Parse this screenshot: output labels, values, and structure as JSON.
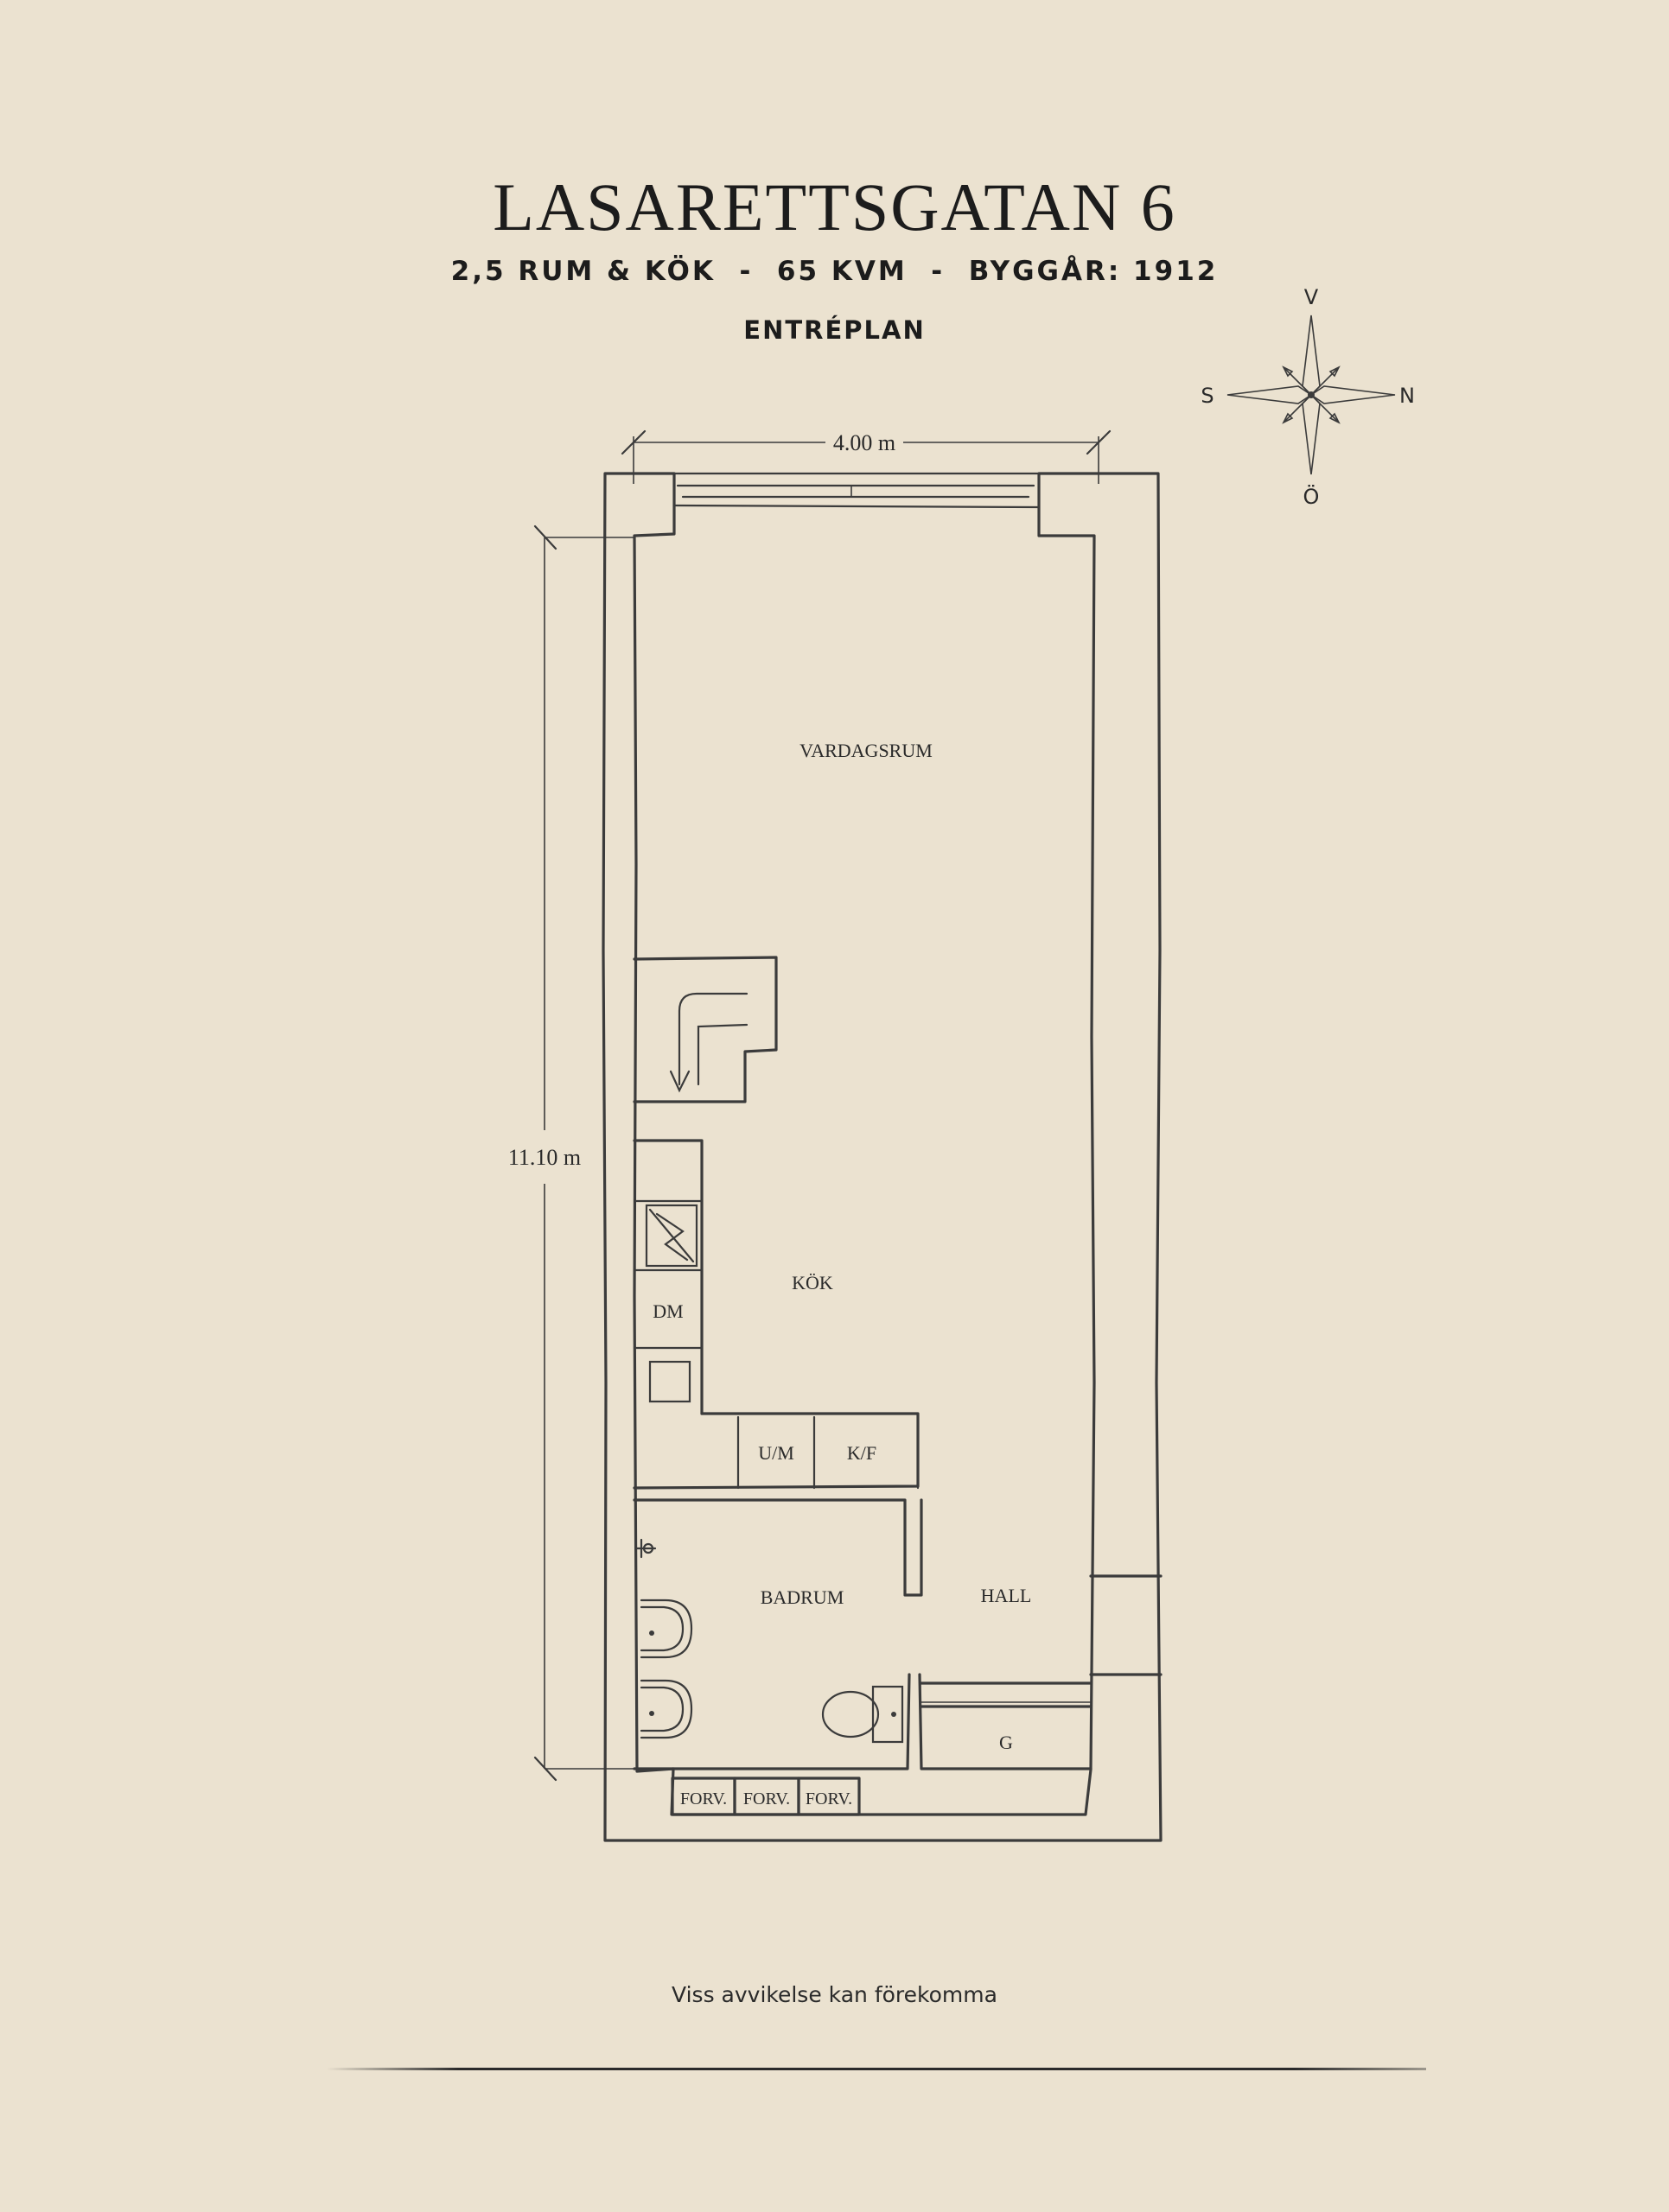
{
  "header": {
    "title": "LASARETTSGATAN 6",
    "subtitle": "2,5 RUM & KÖK  -  65 KVM  -  BYGGÅR: 1912",
    "level": "ENTRÉPLAN"
  },
  "compass": {
    "north": "N",
    "south": "S",
    "west": "V",
    "east": "Ö"
  },
  "dimensions": {
    "width": "4.00 m",
    "length": "11.10 m"
  },
  "rooms": {
    "living": "VARDAGSRUM",
    "kitchen": "KÖK",
    "dishwasher": "DM",
    "oven": "U/M",
    "fridge": "K/F",
    "bathroom": "BADRUM",
    "hall": "HALL",
    "wardrobe": "G",
    "storage_1": "FORV.",
    "storage_2": "FORV.",
    "storage_3": "FORV."
  },
  "footer": {
    "disclaimer": "Viss avvikelse kan förekomma"
  }
}
